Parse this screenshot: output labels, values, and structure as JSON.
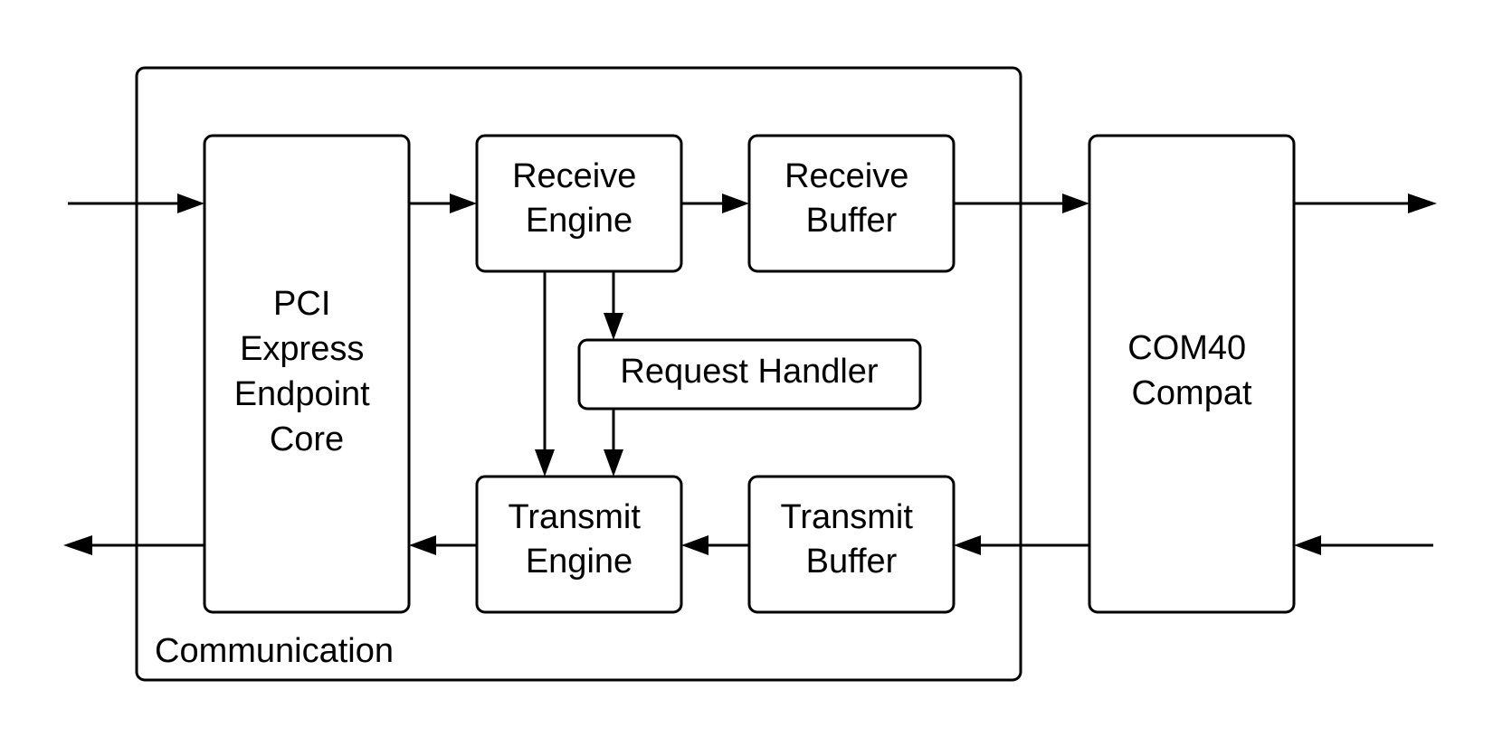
{
  "diagram": {
    "container": {
      "label": "Communication"
    },
    "blocks": {
      "pcie_core": {
        "lines": [
          "PCI",
          "Express",
          "Endpoint",
          "Core"
        ]
      },
      "receive_engine": {
        "lines": [
          "Receive",
          "Engine"
        ]
      },
      "receive_buffer": {
        "lines": [
          "Receive",
          "Buffer"
        ]
      },
      "request_handler": {
        "lines": [
          "Request Handler"
        ]
      },
      "transmit_engine": {
        "lines": [
          "Transmit",
          "Engine"
        ]
      },
      "transmit_buffer": {
        "lines": [
          "Transmit",
          "Buffer"
        ]
      },
      "com40": {
        "lines": [
          "COM40",
          "Compat"
        ]
      }
    },
    "colors": {
      "stroke": "#000000",
      "fill": "#ffffff"
    }
  }
}
